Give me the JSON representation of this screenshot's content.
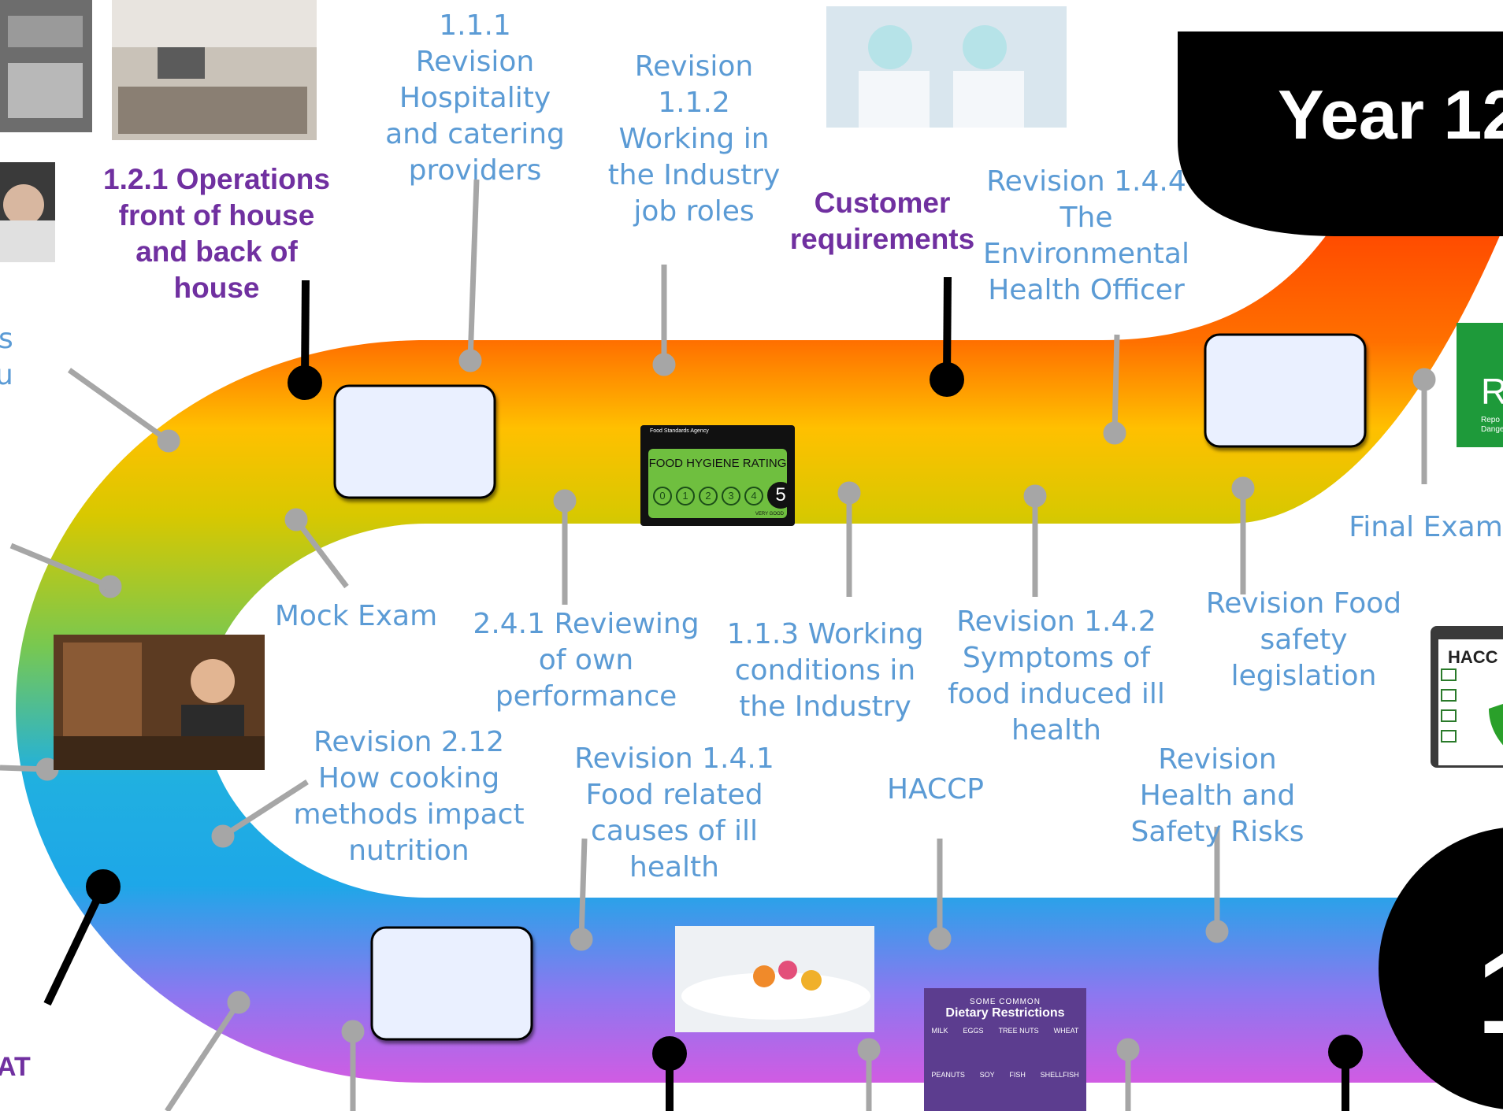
{
  "title": "Year 12",
  "circle_digit": "1",
  "labels": {
    "operations": "1.2.1 Operations front of house and back of house",
    "rev111": "1.1.1 Revision Hospitality and catering providers",
    "rev112": "Revision 1.1.2 Working in the Industry job roles",
    "customer": "Customer requirements",
    "rev144": "Revision 1.4.4 The Environmental Health Officer",
    "mock": "Mock Exam",
    "rev241": "2.4.1 Reviewing of own performance",
    "rev113": "1.1.3 Working conditions in the Industry",
    "rev142": "Revision 1.4.2 Symptoms of food induced ill health",
    "revfood": "Revision Food safety legislation",
    "final": "Final Exam",
    "rev212": "Revision 2.12 How cooking methods impact nutrition",
    "rev141": "Revision 1.4.1 Food related causes of ill health",
    "haccp": "HACCP",
    "revhs": "Revision Health and Safety Risks",
    "left_s": "s",
    "left_u": "u",
    "left_at": "AT"
  },
  "hygiene_sign": {
    "agency": "Food Standards Agency",
    "title": "FOOD HYGIENE RATING",
    "scores": [
      "0",
      "1",
      "2",
      "3",
      "4",
      "5"
    ],
    "caption": "VERY GOOD"
  },
  "diet_poster": {
    "subtitle": "SOME COMMON",
    "title": "Dietary Restrictions",
    "row1": [
      "MILK",
      "EGGS",
      "TREE NUTS",
      "WHEAT"
    ],
    "row2": [
      "PEANUTS",
      "SOY",
      "FISH",
      "SHELLFISH"
    ]
  },
  "riddor_sign": {
    "letter": "R",
    "text": "Repo Dange"
  },
  "haccp_board": {
    "text": "HACC"
  },
  "colors": {
    "label_blue": "#5b9bd5",
    "label_purple": "#7030a0",
    "road_top": "#ff6a00",
    "road_mid": "#ffc000",
    "road_green": "#70c040",
    "road_blue": "#1ea7e8",
    "road_violet": "#d35ae8"
  }
}
